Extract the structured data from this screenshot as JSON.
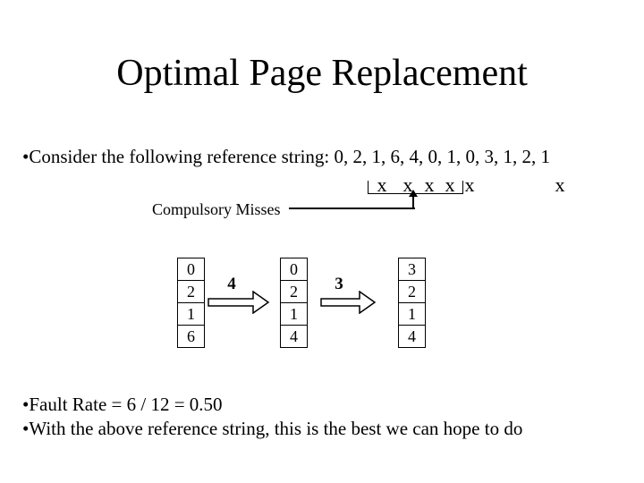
{
  "title": "Optimal Page Replacement",
  "bullet_char": "•",
  "bullets": {
    "reference": "Consider the following reference string: 0, 2, 1, 6, 4, 0, 1, 0, 3, 1, 2, 1",
    "fault_rate": "Fault Rate = 6 / 12 = 0.50",
    "conclusion": "With the above reference string, this is the best we can hope to do"
  },
  "reference_string": [
    "0",
    "2",
    "1",
    "6",
    "4",
    "0",
    "1",
    "0",
    "3",
    "1",
    "2",
    "1"
  ],
  "fault_marks": {
    "marks": [
      "x",
      "x",
      "x",
      "x",
      "x",
      "x"
    ],
    "compulsory_label": "Compulsory Misses"
  },
  "diagram": {
    "frames": [
      {
        "cells": [
          "0",
          "2",
          "1",
          "6"
        ]
      },
      {
        "cells": [
          "0",
          "2",
          "1",
          "4"
        ]
      },
      {
        "cells": [
          "3",
          "2",
          "1",
          "4"
        ]
      }
    ],
    "transitions": [
      {
        "label": "4"
      },
      {
        "label": "3"
      }
    ]
  },
  "colors": {
    "background": "#ffffff",
    "foreground": "#000000"
  }
}
